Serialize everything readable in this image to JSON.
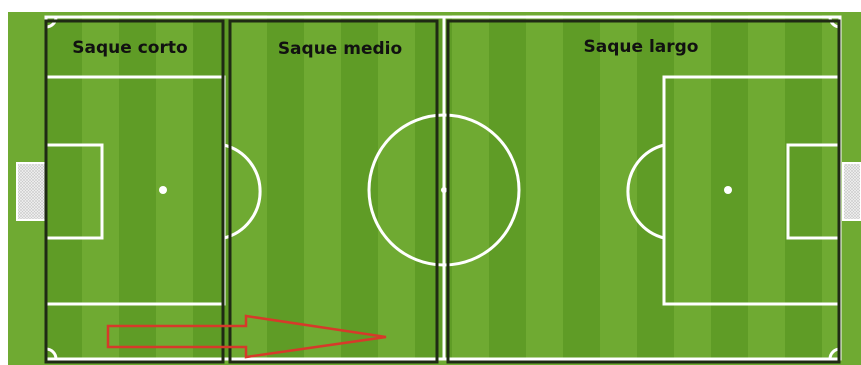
{
  "zones": [
    {
      "label": "Saque corto"
    },
    {
      "label": "Saque medio"
    },
    {
      "label": "Saque largo"
    }
  ],
  "colors": {
    "grass_light": "#7cb33a",
    "grass_dark": "#5f9c26",
    "field_lines": "#ffffff",
    "zone_border": "#1f2a14",
    "arrow": "#d63a2a"
  }
}
